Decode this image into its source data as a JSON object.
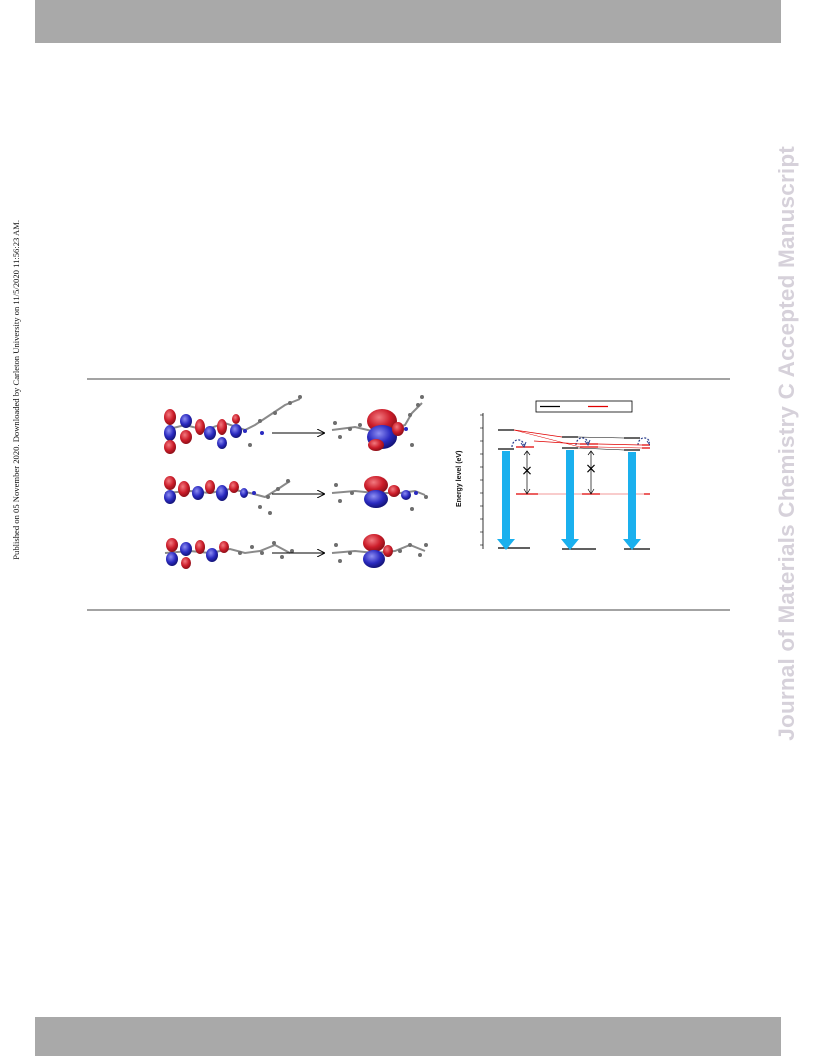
{
  "header": {
    "bar_color": "#a9a9a9"
  },
  "footer": {
    "bar_color": "#a9a9a9"
  },
  "sidebar_left": {
    "text": "Published on 05 November 2020. Downloaded by Carleton University on 11/5/2020 11:56:23 AM."
  },
  "sidebar_right": {
    "text": "Journal of Materials Chemistry C Accepted Manuscript"
  },
  "figure": {
    "energy_diagram": {
      "ylabel": "Energy level (eV)",
      "colors": {
        "singlet": "#000000",
        "triplet": "#e00000",
        "fluorescence": "#1ab0ee",
        "isc": "#2a3e8c"
      },
      "forbidden_mark": "×"
    },
    "orbitals": {
      "colors": {
        "positive": "#cc1d2a",
        "negative": "#2a2ac0",
        "atom": "#6e6e6e"
      }
    }
  }
}
